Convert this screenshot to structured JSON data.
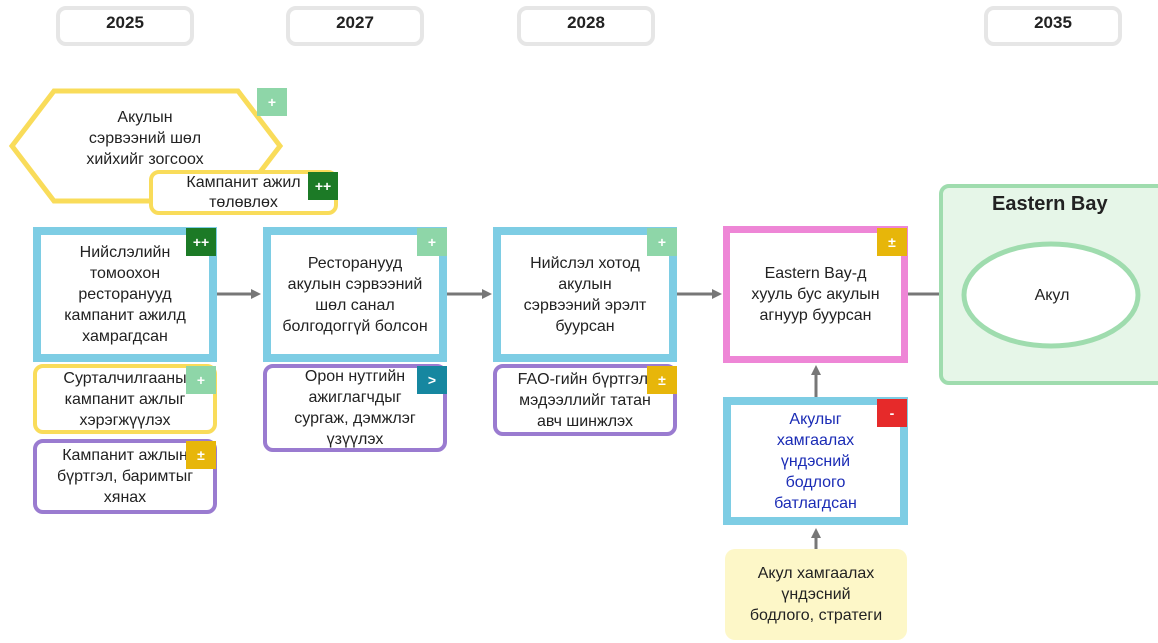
{
  "years": [
    "2025",
    "2027",
    "2028",
    "2035"
  ],
  "tags": {
    "plus": "+",
    "plusplus": "++",
    "plusminus": "±",
    "gt": ">",
    "minus": "-"
  },
  "hexagon": {
    "text": "Акулын\nсэрвээний шөл\nхийхийг зогсоох"
  },
  "campaign_plan": {
    "text": "Кампанит ажил\nтөлөвлөх"
  },
  "outcomes": [
    {
      "text": "Нийслэлийн\nтомоохон\nресторанууд\nкампанит ажилд\nхамрагдсан"
    },
    {
      "text": "Ресторанууд\nакулын сэрвээний\nшөл санал\nболгодоггүй болсон"
    },
    {
      "text": "Нийслэл хотод\nакулын\nсэрвээний эрэлт\nбуурсан"
    },
    {
      "text": "Eastern Bay-д\nхууль бус акулын\nагнуур буурсан"
    }
  ],
  "activities": [
    {
      "text": "Сурталчилгааны\nкампанит ажлыг\nхэрэгжүүлэх"
    },
    {
      "text": "Кампанит ажлын\nбүртгэл, баримтыг\nхянах"
    },
    {
      "text": "Орон нутгийн\nажиглагчдыг\nсургаж, дэмжлэг\nүзүүлэх"
    },
    {
      "text": "FAO-гийн бүртгэл,\nмэдээллийг татан\nавч шинжлэх"
    }
  ],
  "policy": {
    "text": "Акулыг\nхамгаалах\nүндэсний\nбодлого\nбатлагдсан"
  },
  "bottom_note": {
    "text": "Акул хамгаалах\nүндэсний\nбодлого, стратеги"
  },
  "region": {
    "title": "Eastern Bay",
    "target": "Акул"
  }
}
